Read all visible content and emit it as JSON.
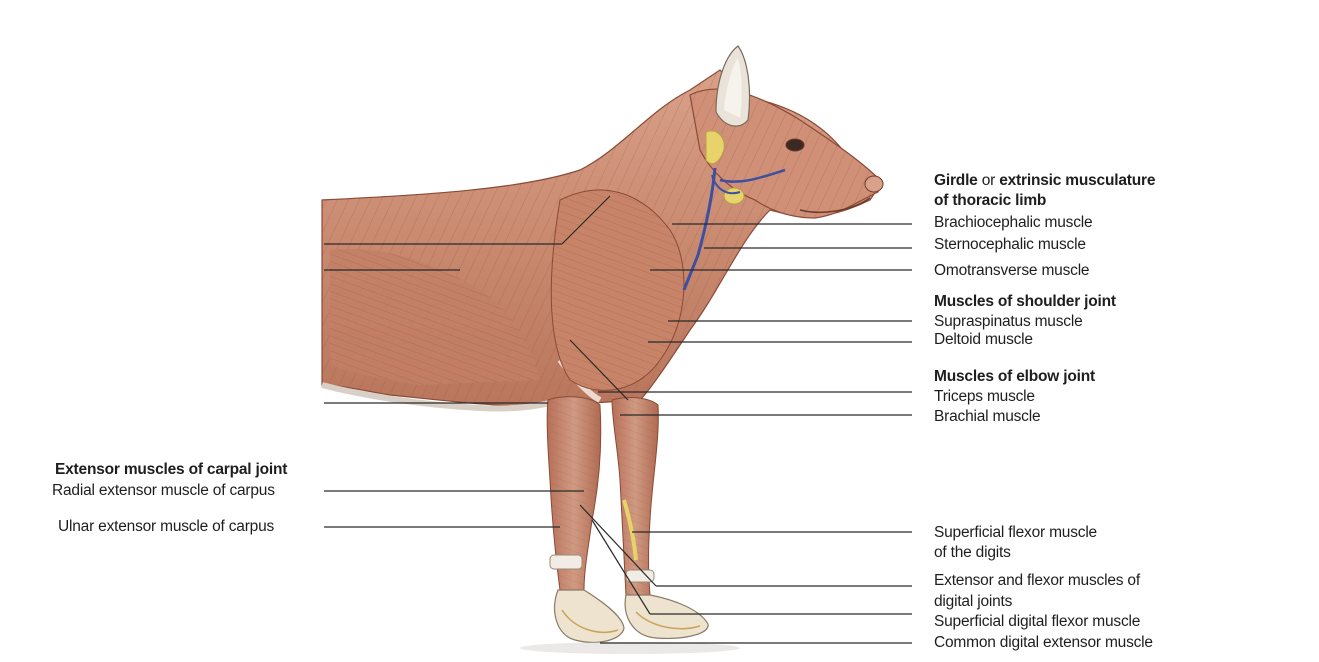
{
  "labels": {
    "girdle": {
      "bold_1": "Girdle",
      "plain": "or",
      "bold_2": "extrinsic musculature",
      "line2": "of thoracic limb"
    },
    "brachiocephalic": "Brachiocephalic muscle",
    "sternocephalic": "Sternocephalic muscle",
    "omotransverse": "Omotransverse muscle",
    "shoulder_heading": "Muscles of shoulder joint",
    "supraspinatus": "Supraspinatus muscle",
    "deltoid": "Deltoid muscle",
    "elbow_heading": "Muscles of elbow joint",
    "triceps": "Triceps muscle",
    "brachial": "Brachial muscle",
    "carpal_heading": "Extensor muscles of carpal joint",
    "radial_extensor": "Radial extensor muscle of carpus",
    "ulnar_extensor": "Ulnar extensor muscle of carpus",
    "superficial_flexor": {
      "line1": "Superficial flexor muscle",
      "line2": "of the digits"
    },
    "extensor_flexor_digital": {
      "line1": "Extensor and flexor muscles of",
      "line2": "digital joints"
    },
    "superficial_digital_flexor": "Superficial digital flexor muscle",
    "common_digital_extensor": "Common digital extensor muscle"
  },
  "colors": {
    "muscle": "#c98a70",
    "muscle_dark": "#a8624a",
    "tendon": "#f1ece4",
    "fat_yellow": "#e8d36a",
    "vein": "#3d4fa0"
  }
}
